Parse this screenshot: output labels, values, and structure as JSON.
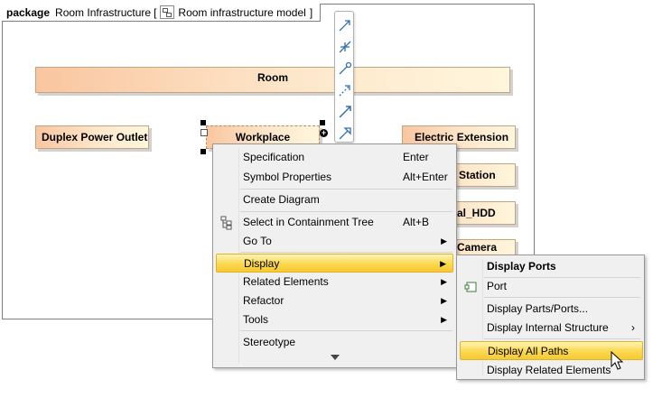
{
  "diagram": {
    "keyword": "package",
    "name": "Room Infrastructure",
    "bracket_open": "[",
    "model_name": "Room infrastructure model",
    "bracket_close": "]"
  },
  "parts": {
    "room": "Room",
    "duplex": "Duplex Power Outlet",
    "workplace": "Workplace",
    "electric": "Electric Extension",
    "station": "Station",
    "hdd": "al_HDD",
    "camera": "Camera"
  },
  "toolbar": {
    "icons": [
      "directed-association-icon",
      "connector-icon",
      "usage-icon",
      "dependency-icon",
      "association-icon",
      "generalization-icon"
    ]
  },
  "context_menu": {
    "items": [
      {
        "label": "Specification",
        "shortcut": "Enter"
      },
      {
        "label": "Symbol Properties",
        "shortcut": "Alt+Enter"
      },
      {
        "label": "Create Diagram"
      },
      {
        "label": "Select in Containment Tree",
        "shortcut": "Alt+B",
        "icon": "containment-tree-icon"
      },
      {
        "label": "Go To",
        "submenu": true
      },
      {
        "label": "Display",
        "submenu": true,
        "highlighted": true
      },
      {
        "label": "Related Elements",
        "submenu": true
      },
      {
        "label": "Refactor",
        "submenu": true
      },
      {
        "label": "Tools",
        "submenu": true
      },
      {
        "label": "Stereotype"
      }
    ],
    "scroll_arrow": "more-items-down-arrow"
  },
  "display_submenu": {
    "items": [
      {
        "label": "Display Ports",
        "bold": true
      },
      {
        "label": "Port",
        "icon": "port-icon"
      },
      {
        "label": "Display Parts/Ports..."
      },
      {
        "label": "Display Internal Structure",
        "submenu": true
      },
      {
        "label": "Display All Paths",
        "highlighted": true
      },
      {
        "label": "Display Related Elements"
      }
    ]
  },
  "colors": {
    "highlight": "#fbd84e",
    "part_fill": "#f9c6a0",
    "menu_bg": "#f0f0f0"
  }
}
